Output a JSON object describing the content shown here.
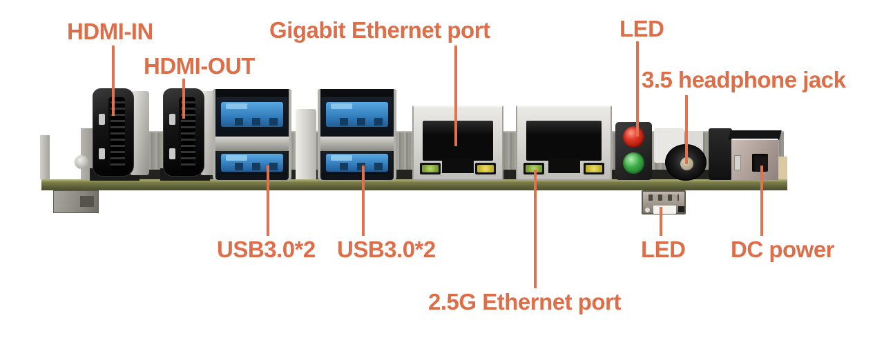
{
  "page": {
    "background": "#ffffff",
    "description": "Annotated product photo of a mini-PC motherboard rear I/O edge with port callouts"
  },
  "colors": {
    "annotation_text": "#DC6E4A",
    "leader_line": "#E2714E",
    "pcb_green": "#71753F",
    "usb_blue": "#3A85C4",
    "status_led_red": "#D23522",
    "status_led_green": "#36A546",
    "ethernet_led_green": "#8FAE3B",
    "ethernet_led_yellow": "#D2C22E"
  },
  "callouts": {
    "hdmi_in": "HDMI-IN",
    "hdmi_out": "HDMI-OUT",
    "gigabit_ethernet": "Gigabit Ethernet port",
    "led_top": "LED",
    "headphone_jack": "3.5 headphone jack",
    "usb_left": "USB3.0*2",
    "usb_right": "USB3.0*2",
    "ethernet_2_5g": "2.5G Ethernet port",
    "led_bottom": "LED",
    "dc_power": "DC power"
  }
}
